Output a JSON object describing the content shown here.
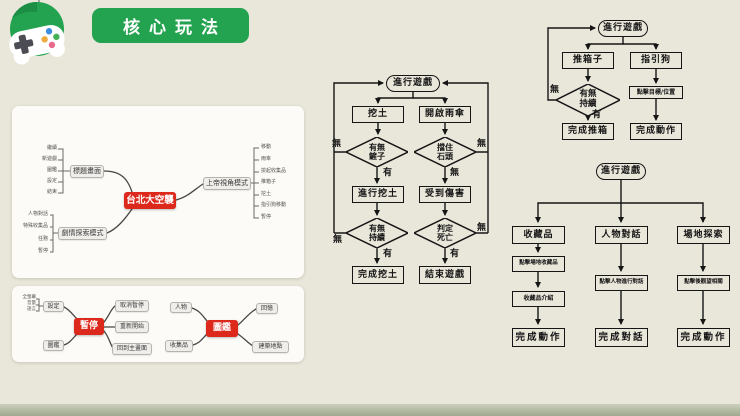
{
  "header": {
    "title": "核心玩法"
  },
  "palette": {
    "green": "#23a34f",
    "red": "#dc291c",
    "background": "#e9e6da",
    "ink": "#151515"
  },
  "mindmap_main": {
    "center": "台北大空襲",
    "title_screen": {
      "label": "標題畫面",
      "items": [
        "繼續",
        "新遊戲",
        "圖鑑",
        "設定",
        "結束"
      ]
    },
    "god_view": {
      "label": "上帝視角模式",
      "items": [
        "移動",
        "雨傘",
        "撿起收集品",
        "推箱子",
        "挖土",
        "指引狗移動",
        "暫停"
      ]
    },
    "story_mode": {
      "label": "劇情探索模式",
      "items": [
        "人物對話",
        "特殊收集品",
        "任務",
        "暫停"
      ]
    }
  },
  "mindmap_pause": {
    "center": "暫停",
    "settings": {
      "label": "設定",
      "items": [
        "全螢幕",
        "音量",
        "語言"
      ]
    },
    "gallery": "圖鑑",
    "resume": "取消暫停",
    "restart": "重新開始",
    "to_main": "回到主畫面"
  },
  "mindmap_gallery": {
    "center": "圖鑑",
    "characters": "人物",
    "collectibles": "收集品",
    "memories": "回憶",
    "buildings": "建築地點"
  },
  "flow_dig_umbrella": {
    "start": "進行遊戲",
    "dig": {
      "action": "挖土",
      "decision1": "有無鏟子",
      "d1_no": "無",
      "d1_yes": "有",
      "action2": "進行挖土",
      "decision2": "有無持續",
      "d2_no": "無",
      "d2_yes": "有",
      "done": "完成挖土"
    },
    "umbrella": {
      "action": "開啟雨傘",
      "decision1": "擋住石頭",
      "d1_side": "無",
      "d1_down": "無",
      "action2": "受到傷害",
      "decision2": "判定死亡",
      "d2_side": "無",
      "d2_down": "有",
      "done": "結束遊戲"
    }
  },
  "flow_push_dog": {
    "start": "進行遊戲",
    "push": {
      "action": "推箱子",
      "decision": "有無持續",
      "no": "無",
      "yes": "有",
      "done": "完成推箱"
    },
    "dog": {
      "action": "指引狗",
      "step": "點擊目標/位置",
      "done": "完成動作"
    }
  },
  "flow_explore": {
    "start": "進行遊戲",
    "collect": {
      "label": "收藏品",
      "step1": "點擊場地收藏品",
      "step2": "收藏品介紹",
      "done": "完成動作"
    },
    "dialog": {
      "label": "人物對話",
      "step1": "點擊人物進行對話",
      "done": "完成對話"
    },
    "explore": {
      "label": "場地探索",
      "step1": "點擊後觀望相關",
      "done": "完成動作"
    }
  }
}
